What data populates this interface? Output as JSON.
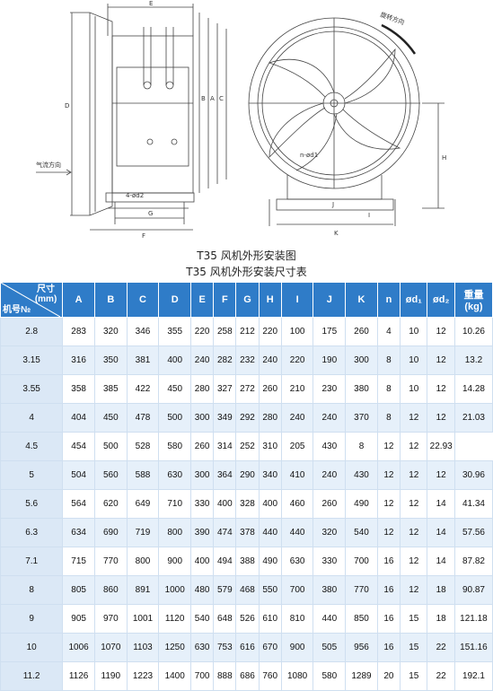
{
  "drawing": {
    "side_labels": {
      "E": "E",
      "B": "B",
      "A": "A",
      "C": "C",
      "D": "D",
      "G": "G",
      "F": "F",
      "holes": "4-ød2",
      "airflow": "气流方向"
    },
    "front_labels": {
      "rotation": "旋转方向",
      "bolts": "n-ød1",
      "H": "H",
      "J": "J",
      "I": "I",
      "K": "K"
    }
  },
  "captions": {
    "figure": "T35 风机外形安装图",
    "table": "T35 风机外形安装尺寸表"
  },
  "table": {
    "corner_top": "尺寸",
    "corner_unit": "(mm)",
    "corner_bottom": "机号№",
    "headers": [
      "A",
      "B",
      "C",
      "D",
      "E",
      "F",
      "G",
      "H",
      "I",
      "J",
      "K",
      "n",
      "ød₁",
      "ød₂",
      "重量\n(kg)"
    ],
    "rows": [
      [
        "2.8",
        "283",
        "320",
        "346",
        "355",
        "220",
        "258",
        "212",
        "220",
        "100",
        "175",
        "260",
        "4",
        "10",
        "12",
        "10.26"
      ],
      [
        "3.15",
        "316",
        "350",
        "381",
        "400",
        "240",
        "282",
        "232",
        "240",
        "220",
        "190",
        "300",
        "8",
        "10",
        "12",
        "13.2"
      ],
      [
        "3.55",
        "358",
        "385",
        "422",
        "450",
        "280",
        "327",
        "272",
        "260",
        "210",
        "230",
        "380",
        "8",
        "10",
        "12",
        "14.28"
      ],
      [
        "4",
        "404",
        "450",
        "478",
        "500",
        "300",
        "349",
        "292",
        "280",
        "240",
        "240",
        "370",
        "8",
        "12",
        "12",
        "21.03"
      ],
      [
        "4.5",
        "454",
        "500",
        "528",
        "580",
        "260",
        "314",
        "252",
        "310",
        "205",
        "430",
        "8",
        "12",
        "12",
        "22.93"
      ],
      [
        "5",
        "504",
        "560",
        "588",
        "630",
        "300",
        "364",
        "290",
        "340",
        "410",
        "240",
        "430",
        "12",
        "12",
        "12",
        "30.96"
      ],
      [
        "5.6",
        "564",
        "620",
        "649",
        "710",
        "330",
        "400",
        "328",
        "400",
        "460",
        "260",
        "490",
        "12",
        "12",
        "14",
        "41.34"
      ],
      [
        "6.3",
        "634",
        "690",
        "719",
        "800",
        "390",
        "474",
        "378",
        "440",
        "440",
        "320",
        "540",
        "12",
        "12",
        "14",
        "57.56"
      ],
      [
        "7.1",
        "715",
        "770",
        "800",
        "900",
        "400",
        "494",
        "388",
        "490",
        "630",
        "330",
        "700",
        "16",
        "12",
        "14",
        "87.82"
      ],
      [
        "8",
        "805",
        "860",
        "891",
        "1000",
        "480",
        "579",
        "468",
        "550",
        "700",
        "380",
        "770",
        "16",
        "12",
        "18",
        "90.87"
      ],
      [
        "9",
        "905",
        "970",
        "1001",
        "1120",
        "540",
        "648",
        "526",
        "610",
        "810",
        "440",
        "850",
        "16",
        "15",
        "18",
        "121.18"
      ],
      [
        "10",
        "1006",
        "1070",
        "1103",
        "1250",
        "630",
        "753",
        "616",
        "670",
        "900",
        "505",
        "956",
        "16",
        "15",
        "22",
        "151.16"
      ],
      [
        "11.2",
        "1126",
        "1190",
        "1223",
        "1400",
        "700",
        "888",
        "686",
        "760",
        "1080",
        "580",
        "1289",
        "20",
        "15",
        "22",
        "192.1"
      ]
    ]
  }
}
